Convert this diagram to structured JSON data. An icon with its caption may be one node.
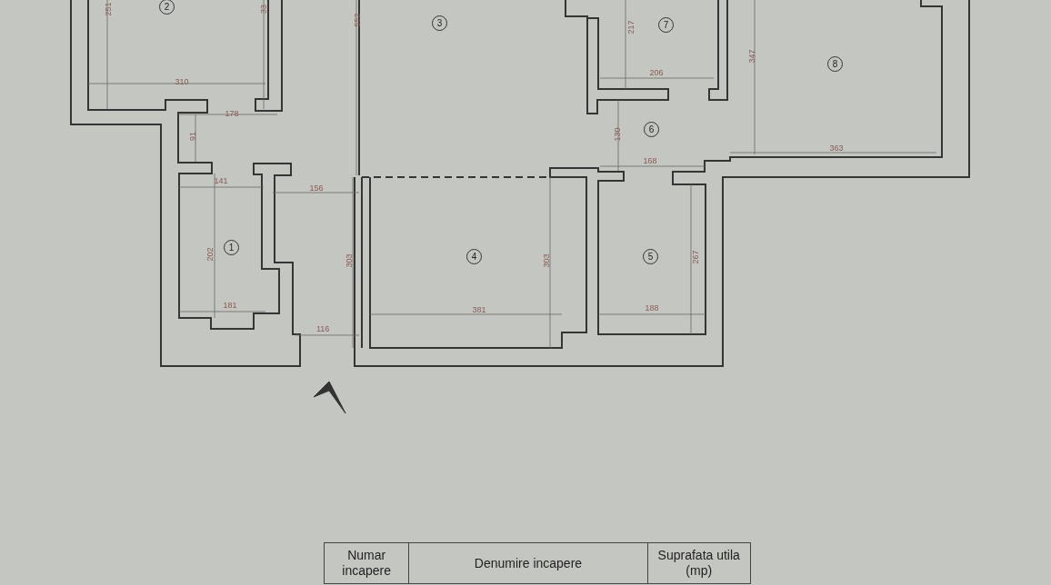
{
  "diagram": {
    "nodes": [
      {
        "text": [
          "2"
        ]
      },
      {
        "text": [
          "3"
        ]
      },
      {
        "text": [
          "7"
        ]
      },
      {
        "text": [
          "8"
        ]
      },
      {
        "text": [
          "6"
        ]
      },
      {
        "text": [
          "1"
        ]
      },
      {
        "text": [
          "4"
        ]
      },
      {
        "text": [
          "5"
        ]
      }
    ],
    "labels": [
      "251",
      "33",
      "552",
      "217",
      "347",
      "206",
      "310",
      "178",
      "130",
      "91",
      "363",
      "168",
      "141",
      "156",
      "202",
      "303",
      "303",
      "267",
      "181",
      "381",
      "188",
      "116",
      "Numar incapere",
      "Denumire incapere",
      "Suprafata utila (mp)"
    ]
  }
}
